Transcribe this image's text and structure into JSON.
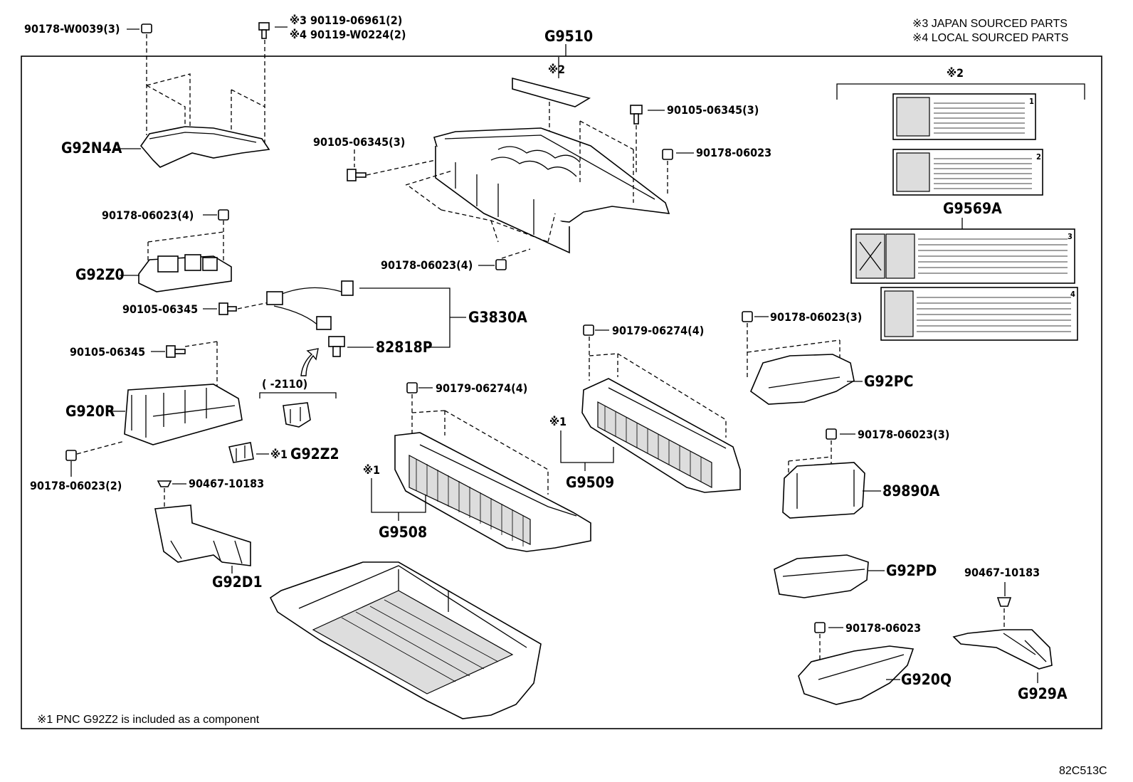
{
  "notes": {
    "japan": "※3 JAPAN SOURCED PARTS",
    "local": "※4 LOCAL SOURCED PARTS",
    "component": "※1 PNC G92Z2 is included as a component",
    "code": "82C513C"
  },
  "labels": {
    "g9510": "G9510",
    "g92n4a": "G92N4A",
    "g92z0": "G92Z0",
    "g920r": "G920R",
    "g3830a": "G3830A",
    "p82818p": "82818P",
    "g92z2": "G92Z2",
    "g92d1": "G92D1",
    "g9508": "G9508",
    "g9509": "G9509",
    "g92pc": "G92PC",
    "g9569a": "G9569A",
    "p89890a": "89890A",
    "g92pd": "G92PD",
    "g920q": "G920Q",
    "g929a": "G929A"
  },
  "part_numbers": {
    "p_90178_w0039": "90178-W0039(3)",
    "p_90119_06961": "※3 90119-06961(2)",
    "p_90119_w0224": "※4 90119-W0224(2)",
    "p_90105_06345_3_right": "90105-06345(3)",
    "p_90105_06345_3_left": "90105-06345(3)",
    "p_90178_06023_top": "90178-06023",
    "p_90178_06023_4_a": "90178-06023(4)",
    "p_90178_06023_4_b": "90178-06023(4)",
    "p_90105_06345_a": "90105-06345",
    "p_90105_06345_b": "90105-06345",
    "p_90178_06023_2": "90178-06023(2)",
    "p_90467_10183_a": "90467-10183",
    "p_90179_06274_a": "90179-06274(4)",
    "p_90179_06274_b": "90179-06274(4)",
    "p_90178_06023_3_a": "90178-06023(3)",
    "p_90178_06023_3_b": "90178-06023(3)",
    "p_90467_10183_b": "90467-10183",
    "p_90178_06023_q": "90178-06023"
  },
  "marks": {
    "x2_top": "※2",
    "x2_right": "※2",
    "x1_a": "※1",
    "x1_b": "※1",
    "x1_c": "※1",
    "range": "(    -2110)"
  },
  "label_numbers": [
    "1",
    "2",
    "3",
    "4"
  ]
}
